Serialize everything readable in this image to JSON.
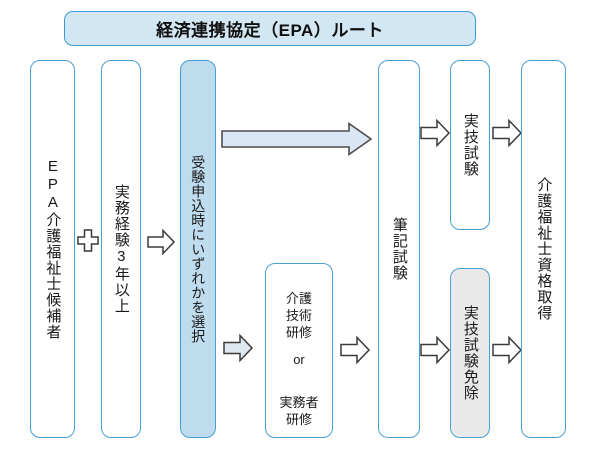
{
  "diagram": {
    "title": "経済連携協定（EPA）ルート",
    "colors": {
      "banner_fill": "#d2e6f3",
      "banner_border": "#3d9ad1",
      "node_border": "#4a9fd4",
      "highlight_fill": "#bfdcee",
      "muted_fill": "#e9e9e9",
      "arrow_outline": "#3a3a3a",
      "arrow_blue_fill": "#d9e7f5"
    },
    "nodes": [
      {
        "id": "candidate",
        "label": "EPA介護福祉士候補者",
        "fill": "white"
      },
      {
        "id": "experience",
        "label": "実務経験3年以上",
        "fill": "white"
      },
      {
        "id": "choose",
        "label": "受験申込時にいずれかを選択",
        "fill": "blue"
      },
      {
        "id": "training",
        "label_line1": "介護\n技術\n研修",
        "label_or": "or",
        "label_line2": "実務者\n研修",
        "fill": "white"
      },
      {
        "id": "written",
        "label": "筆記試験",
        "fill": "white"
      },
      {
        "id": "practical",
        "label": "実技試験",
        "fill": "white"
      },
      {
        "id": "exempt",
        "label": "実技試験免除",
        "fill": "gray"
      },
      {
        "id": "result",
        "label": "介護福祉士資格取得",
        "fill": "white"
      }
    ],
    "connectors": [
      {
        "id": "plus-candidate-experience",
        "glyph": "plus",
        "style": "outline"
      },
      {
        "id": "experience-to-choose",
        "glyph": "arrow-right",
        "style": "outline"
      },
      {
        "id": "choose-to-written-direct",
        "glyph": "arrow-long-right",
        "style": "blue-fill"
      },
      {
        "id": "choose-to-training",
        "glyph": "arrow-right",
        "style": "blue-fill"
      },
      {
        "id": "training-to-written",
        "glyph": "arrow-right",
        "style": "outline"
      },
      {
        "id": "written-to-practical",
        "glyph": "arrow-right",
        "style": "outline"
      },
      {
        "id": "written-to-exempt",
        "glyph": "arrow-right",
        "style": "outline"
      },
      {
        "id": "practical-to-result",
        "glyph": "arrow-right",
        "style": "outline"
      },
      {
        "id": "exempt-to-result",
        "glyph": "arrow-right",
        "style": "outline"
      }
    ]
  }
}
